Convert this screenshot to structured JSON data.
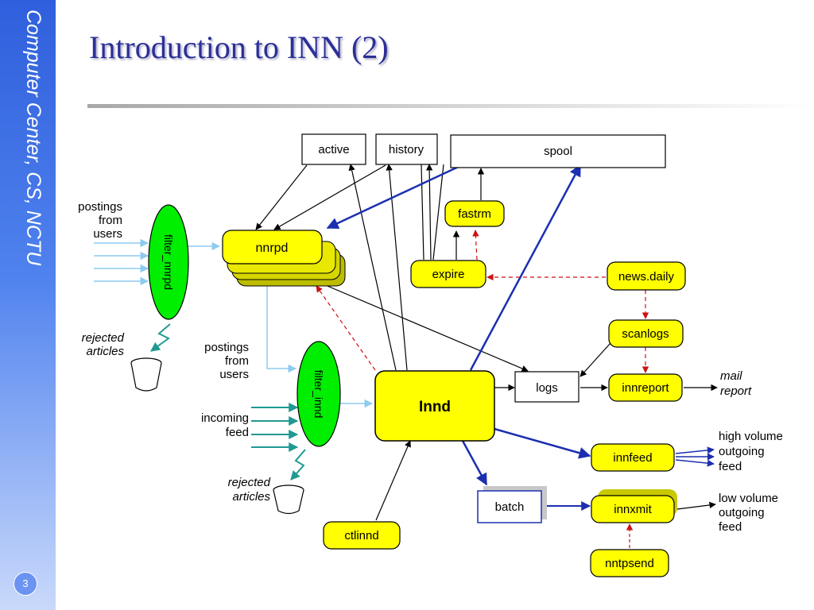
{
  "slide": {
    "title": "Introduction to INN (2)",
    "sidebar_text": "Computer Center, CS, NCTU",
    "page_number": "3"
  },
  "colors": {
    "process_fill": "#ffff00",
    "filter_fill": "#00ee00",
    "arrow_blue": "#1c2fb0",
    "arrow_light": "#8ecbf0",
    "arrow_red": "#cc1111",
    "title_color": "#2b2f96"
  },
  "diagram": {
    "files": {
      "active": "active",
      "history": "history",
      "spool": "spool",
      "logs": "logs",
      "batch": "batch"
    },
    "processes": {
      "fastrm": "fastrm",
      "nnrpd": "nnrpd",
      "expire": "expire",
      "news_daily": "news.daily",
      "scanlogs": "scanlogs",
      "innd": "Innd",
      "innreport": "innreport",
      "innfeed": "innfeed",
      "innxmit": "innxmit",
      "ctlinnd": "ctlinnd",
      "nntpsend": "nntpsend"
    },
    "filters": {
      "filter_nnrpd": "filter_nnrpd",
      "filter_innd": "filter_innd"
    },
    "labels": {
      "postings_top": [
        "postings",
        "from",
        "users"
      ],
      "postings_mid": [
        "postings",
        "from",
        "users"
      ],
      "rejected_top": [
        "rejected",
        "articles"
      ],
      "rejected_bottom": [
        "rejected",
        "articles"
      ],
      "incoming_feed": [
        "incoming",
        "feed"
      ],
      "mail_report": [
        "mail",
        "report"
      ],
      "high_volume": [
        "high volume",
        "outgoing",
        "feed"
      ],
      "low_volume": [
        "low volume",
        "outgoing",
        "feed"
      ]
    }
  }
}
